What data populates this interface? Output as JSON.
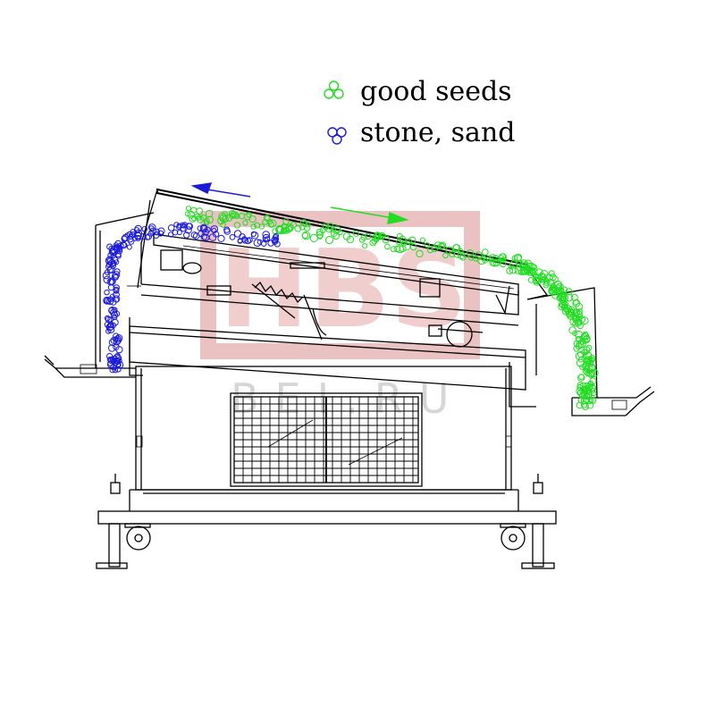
{
  "legend": {
    "good_seeds": {
      "label": "good seeds",
      "color": "#22dd22",
      "icon": "seed-cluster-icon"
    },
    "stone_sand": {
      "label": "stone, sand",
      "color": "#1a1adb",
      "icon": "stone-cluster-icon"
    }
  },
  "watermark": {
    "logo_icon": "hbs-logo",
    "logo_text": "HBS",
    "sub_text": "BEI.RU",
    "color": "#e8b8b8"
  },
  "flow_arrows": {
    "stone_direction_color": "#1a1adb",
    "seed_direction_color": "#22dd22"
  }
}
